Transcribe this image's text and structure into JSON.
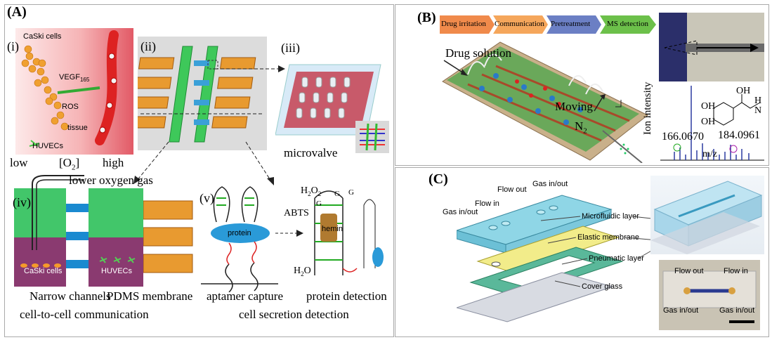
{
  "panel_a": {
    "label": "(A)",
    "sub_i": {
      "label": "(i)",
      "cells": "CaSki cells",
      "vegf": "VEGF",
      "vegf_sub": "165",
      "ros": "ROS",
      "tissue": "tissue",
      "huvecs": "HUVECs",
      "low": "low",
      "o2": "[O",
      "o2_sub": "2",
      "o2_close": "]",
      "high": "high"
    },
    "sub_ii": {
      "label": "(ii)"
    },
    "sub_iii": {
      "label": "(iii)",
      "microvalve": "microvalve"
    },
    "sub_iv": {
      "label": "(iv)",
      "lower_gas": "lower oxygen gas",
      "caski": "CaSki cells",
      "huvecs": "HUVECs",
      "narrow": "Narrow channels",
      "pdms": "PDMS membrane",
      "c2c": "cell-to-cell communication"
    },
    "sub_v": {
      "label": "(v)",
      "protein": "protein",
      "aptamer": "aptamer capture",
      "secretion": "cell secretion detection",
      "h2o2": "H",
      "h2o2_sub": "2",
      "h2o2_rest": "O",
      "h2o2_sub2": "2",
      "abts": "ABTS",
      "hemin": "hemin",
      "h2o": "H",
      "h2o_sub": "2",
      "h2o_rest": "O",
      "g1": "G",
      "g2": "G",
      "g3": "G",
      "protein_detection": "protein detection"
    }
  },
  "panel_b": {
    "label": "(B)",
    "steps": [
      "Drug irritation",
      "Communication",
      "Pretreatment",
      "MS detection"
    ],
    "step_colors": [
      "#f08a4b",
      "#f5a65b",
      "#6b7fc4",
      "#6cc04a"
    ],
    "drug_solution": "Drug solution",
    "moving": "Moving",
    "n2": "N",
    "n2_sub": "2",
    "ion_intensity": "Ion intensity",
    "mz": "m/z",
    "peak1": "166.0670",
    "peak2": "184.0961",
    "oh1": "OH",
    "oh2": "OH",
    "oh3": "OH",
    "h": "H",
    "n": "N"
  },
  "panel_c": {
    "label": "(C)",
    "gas1": "Gas in/out",
    "flow_in": "Flow in",
    "flow_out": "Flow out",
    "gas2": "Gas in/out",
    "layer_micro": "Microfluidic layer",
    "layer_elastic": "Elastic membrane",
    "layer_pneumatic": "Pneumatic layer",
    "layer_cover": "Cover glass",
    "photo_flow_out": "Flow out",
    "photo_flow_in": "Flow in",
    "photo_gas1": "Gas in/out",
    "photo_gas2": "Gas in/out"
  }
}
